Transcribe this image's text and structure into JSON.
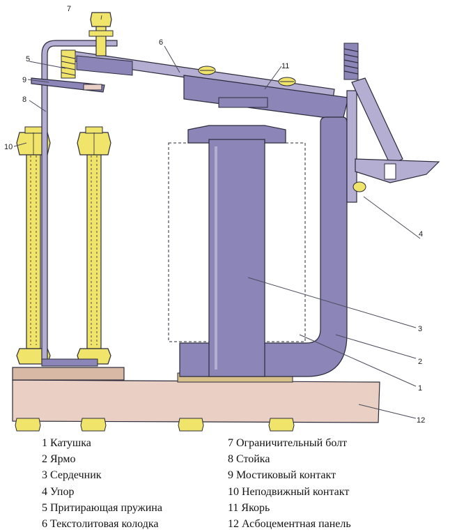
{
  "diagram": {
    "callouts": [
      "1",
      "2",
      "3",
      "4",
      "5",
      "6",
      "7",
      "8",
      "9",
      "10",
      "11",
      "12"
    ],
    "colors": {
      "outline": "#2a2a3a",
      "metal_purple": "#8c85b8",
      "metal_light": "#b4aed2",
      "brass_yellow": "#f0e46a",
      "panel_pink": "#ead0c4",
      "leader_line": "#4a4a5a"
    },
    "icons": [
      "bolt-nut-icon",
      "screw-head-icon",
      "spring-icon"
    ]
  },
  "legend": {
    "left": [
      "1 Катушка",
      "2 Ярмо",
      "3 Сердечник",
      "4 Упор",
      "5 Притирающая пружина",
      "6 Текстолитовая колодка"
    ],
    "right": [
      "7 Ограничительный болт",
      "8 Стойка",
      "9 Мостиковый контакт",
      "10 Неподвижный контакт",
      "11 Якорь",
      "12 Асбоцементная панель"
    ]
  }
}
